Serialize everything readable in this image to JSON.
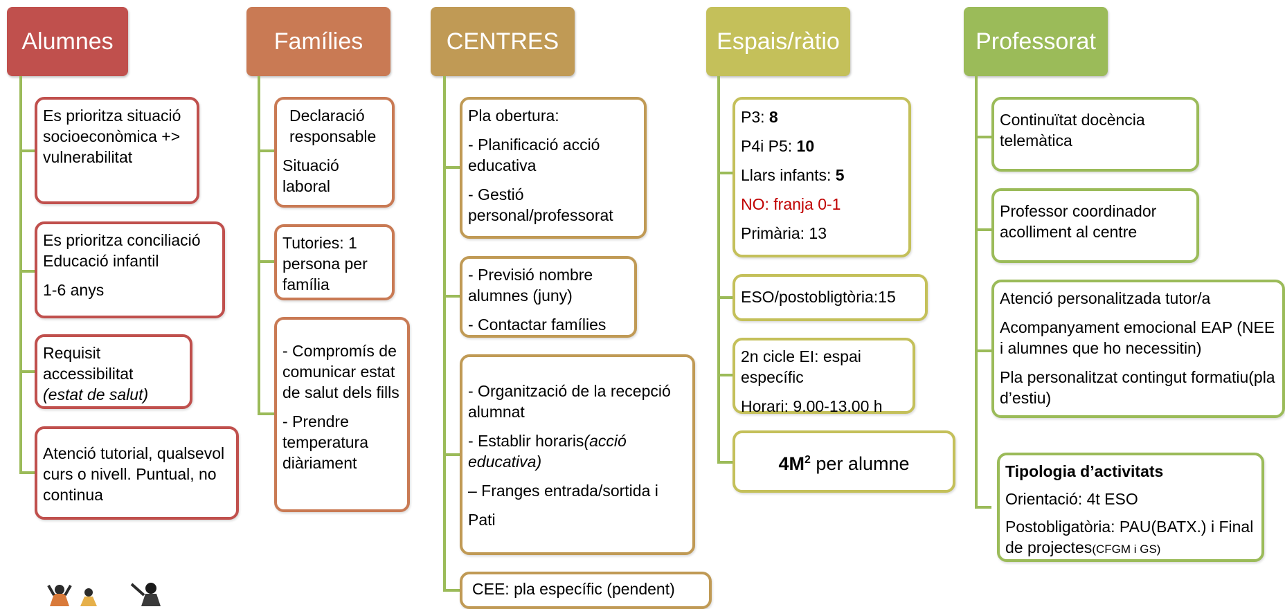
{
  "headers": {
    "alumnes": "Alumnes",
    "families": "Famílies",
    "centres": "CENTRES",
    "espais": "Espais/ràtio",
    "professorat": "Professorat"
  },
  "colors": {
    "alumnes": "#c0504d",
    "families": "#c97a54",
    "centres": "#c09a55",
    "espais": "#c4c05a",
    "professorat": "#9bbb59",
    "connector": "#9bbb59"
  },
  "alumnes": {
    "box1": "Es prioritza situació socioeconòmica +> vulnerabilitat",
    "box2_line1": "Es prioritza conciliació Educació infantil",
    "box2_line2": "1-6 anys",
    "box3_line1": "Requisit accessibilitat",
    "box3_line2": "(estat de salut)",
    "box4": "Atenció tutorial, qualsevol curs o  nivell. Puntual, no continua"
  },
  "families": {
    "box1_line1": "Declaració responsable",
    "box1_line2": "Situació laboral",
    "box2": "Tutories: 1 persona per família",
    "box3_line1": "- Compromís de comunicar estat de salut dels fills",
    "box3_line2": "- Prendre temperatura diàriament"
  },
  "centres": {
    "box1_line1": "Pla obertura:",
    "box1_line2": "- Planificació acció educativa",
    "box1_line3": "- Gestió personal/professorat",
    "box2_line1": "- Previsió nombre alumnes (juny)",
    "box2_line2": "- Contactar famílies",
    "box3_line1": "- Organització de la recepció alumnat",
    "box3_line2a": "- Establir horaris",
    "box3_line2b": "(acció educativa)",
    "box3_line3": "– Franges entrada/sortida i",
    "box3_line4": "Pati",
    "box4": "CEE: pla específic (pendent)"
  },
  "espais": {
    "p3_label": "P3: ",
    "p3_value": "8",
    "p4p5_label": "P4i P5: ",
    "p4p5_value": "10",
    "llars_label": "Llars infants: ",
    "llars_value": "5",
    "no_franja": "NO: franja 0-1",
    "primaria": "Primària: 13",
    "eso": "ESO/postobligtòria:15",
    "cicle_line1": "2n cicle EI: espai específic",
    "cicle_line2": "Horari: 9.00-13.00 h",
    "m2_bold": "4M",
    "m2_sup": "2",
    "m2_rest": " per alumne"
  },
  "professorat": {
    "box1": "Continuïtat docència telemàtica",
    "box2": "Professor coordinador acolliment al centre",
    "box3_line1": "Atenció personalitzada tutor/a",
    "box3_line2": "Acompanyament emocional EAP (NEE i alumnes que ho necessitin)",
    "box3_line3": "Pla personalitzat contingut formatiu(pla d’estiu)",
    "box4_title": "Tipologia d’activitats",
    "box4_line1": "Orientació: 4t ESO",
    "box4_line2": "Postobligatòria: PAU(BATX.) i Final de projectes",
    "box4_small": "(CFGM i GS)",
    "box4_end": ")"
  }
}
